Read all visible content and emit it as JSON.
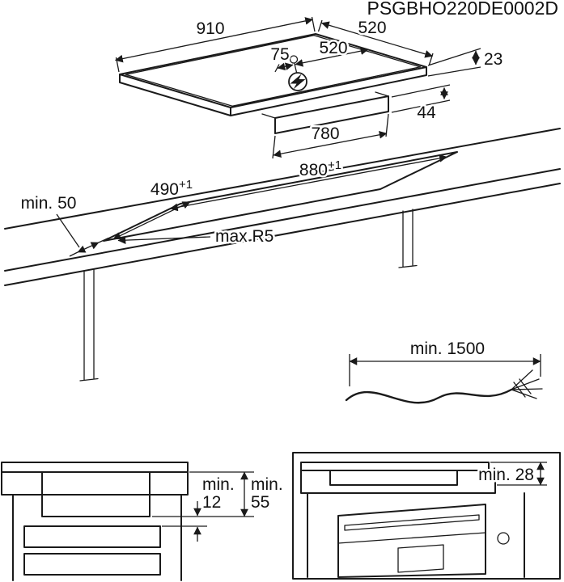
{
  "doc": {
    "part_code": "PSGBHO220DE0002D"
  },
  "hob": {
    "width": "910",
    "depth": "520",
    "connection_offset": "75",
    "connection_depth": "520",
    "thickness": "23",
    "box_height": "44",
    "box_width": "780",
    "power_icon": "lightning-bolt-in-circle"
  },
  "cutout": {
    "front_clearance": "min. 50",
    "depth": "490",
    "depth_tolerance": "+1",
    "width": "880",
    "width_tolerance": "+1",
    "corner_radius": "max R5"
  },
  "cable": {
    "min_length": "min. 1500"
  },
  "side_view_left": {
    "gap1_label": "min.",
    "gap1_value": "12",
    "gap2_label": "min.",
    "gap2_value": "55"
  },
  "side_view_right": {
    "oven_clearance": "min. 28"
  }
}
